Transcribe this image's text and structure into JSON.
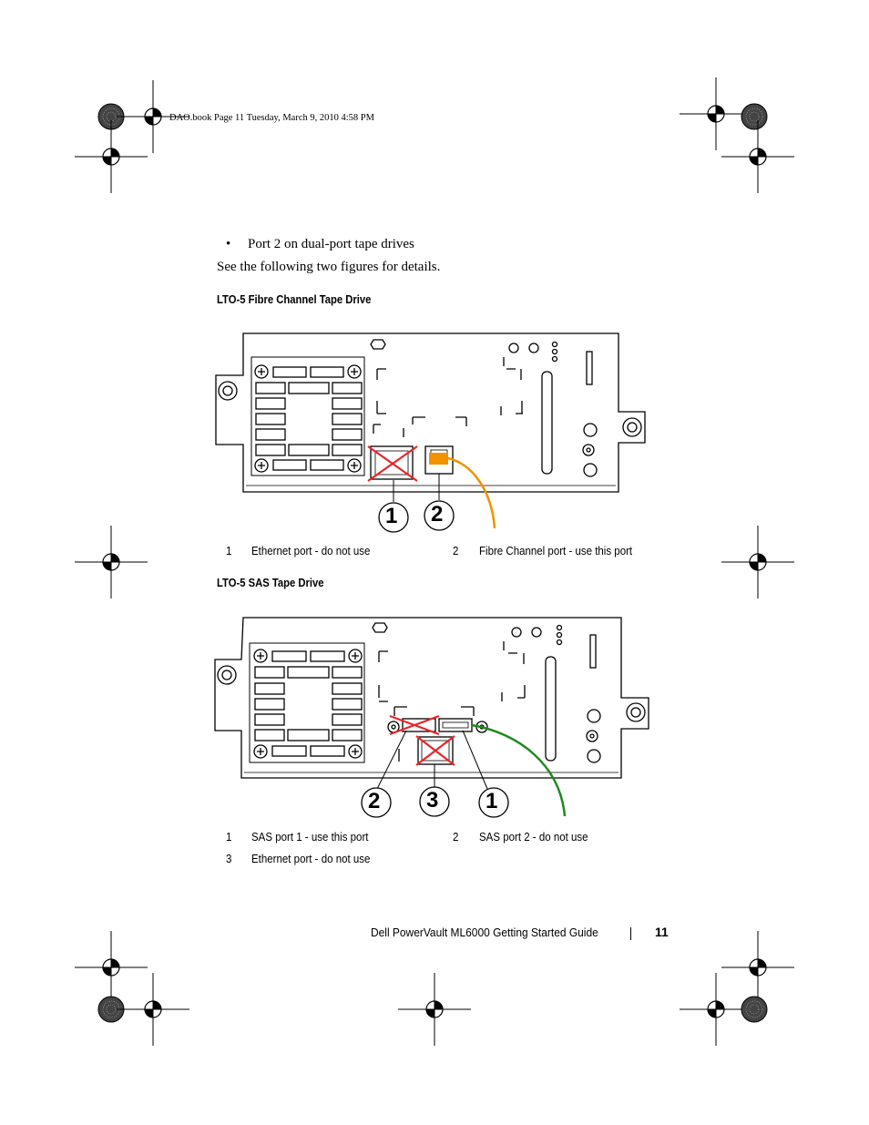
{
  "header": {
    "running_head": "DAO.book  Page 11  Tuesday, March 9, 2010  4:58 PM"
  },
  "content": {
    "bullet_symbol": "•",
    "bullet_text": "Port 2 on dual-port tape drives",
    "intro": "See the following two figures for details."
  },
  "figure1": {
    "title": "LTO-5 Fibre Channel Tape Drive",
    "callouts": [
      "1",
      "2"
    ],
    "legend": [
      {
        "num": "1",
        "text": "Ethernet port - do not use"
      },
      {
        "num": "2",
        "text": "Fibre Channel port - use this port"
      }
    ],
    "colors": {
      "cable": "#f39200",
      "cross": "#e8262a"
    }
  },
  "figure2": {
    "title": "LTO-5 SAS Tape Drive",
    "callouts": [
      "2",
      "3",
      "1"
    ],
    "legend": [
      {
        "num": "1",
        "text": "SAS port 1 - use this port"
      },
      {
        "num": "2",
        "text": "SAS port 2 - do not use"
      },
      {
        "num": "3",
        "text": "Ethernet port - do not use"
      }
    ],
    "colors": {
      "cable": "#1e8a1e",
      "cross": "#e8262a"
    }
  },
  "footer": {
    "title": "Dell PowerVault ML6000 Getting Started Guide",
    "page_number": "11"
  }
}
